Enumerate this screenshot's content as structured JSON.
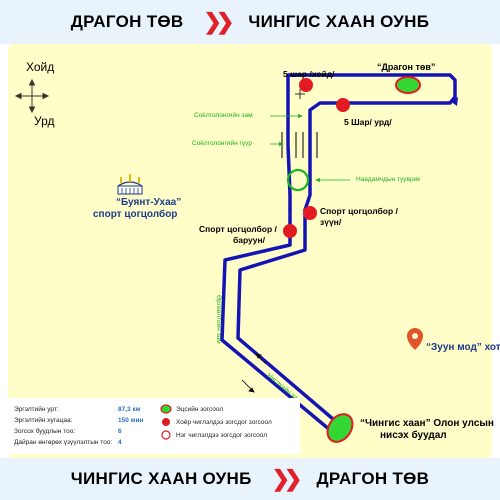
{
  "header": {
    "from": "ДРАГОН ТӨВ",
    "to": "ЧИНГИС ХААН ОУНБ"
  },
  "footer": {
    "from": "ЧИНГИС ХААН ОУНБ",
    "to": "ДРАГОН ТӨВ"
  },
  "compass": {
    "north": "Хойд",
    "south": "Урд"
  },
  "landmarks": {
    "stadium": {
      "name": "“Буянт-Ухаа”",
      "sub": "спорт цогцолбор"
    },
    "city": "“Зуун мод” хот"
  },
  "stops": {
    "dragon": "“Драгон төв”",
    "stop_5_north": "5 шар /хойд/",
    "stop_5_south": "5 Шар/ урд/",
    "sport_east_1": "Спорт цогцолбор /",
    "sport_east_2": "зүүн/",
    "sport_west_1": "Спорт цогцолбор /",
    "sport_west_2": "баруун/",
    "airport_1": "“Чингис хаан” Олон улсын",
    "airport_2": "нисэх буудал"
  },
  "road_labels": {
    "soyol_road": "Соёлголонгийн зам",
    "soyol_bridge": "Соёлголонгийн гүүр",
    "naadam_junction": "Наадамчдын тууврик",
    "orchin_road": "Өргөөлтийн зам",
    "airport_road": "Нисэхийн зам"
  },
  "legend": {
    "length_label": "Эргэлтийн урт:",
    "length_value": "87,3 км",
    "duration_label": "Эргэлтийн хугацаа:",
    "duration_value": "150 мин",
    "stops_label": "Зогсох буудлын тоо:",
    "stops_value": "6",
    "buses_label": "Дайран өнгөрөх үзүүлэлтын тоо:",
    "buses_value": "4",
    "terminal_label": "Эцсийн зогсоол",
    "two_way_label": "Хоёр чиглэлдээ зогсдог зогсоол",
    "one_way_label": "Нэг чиглэлдээ зогсдог зогсоол"
  },
  "colors": {
    "route": "#1414b4",
    "terminal_fill": "#33d633",
    "stop_fill": "#e21b23",
    "accent_green": "#1db31d",
    "map_bg": "#fffdc8",
    "banner_bg": "#e9f3fc",
    "banner_arrow": "#e0202a"
  }
}
